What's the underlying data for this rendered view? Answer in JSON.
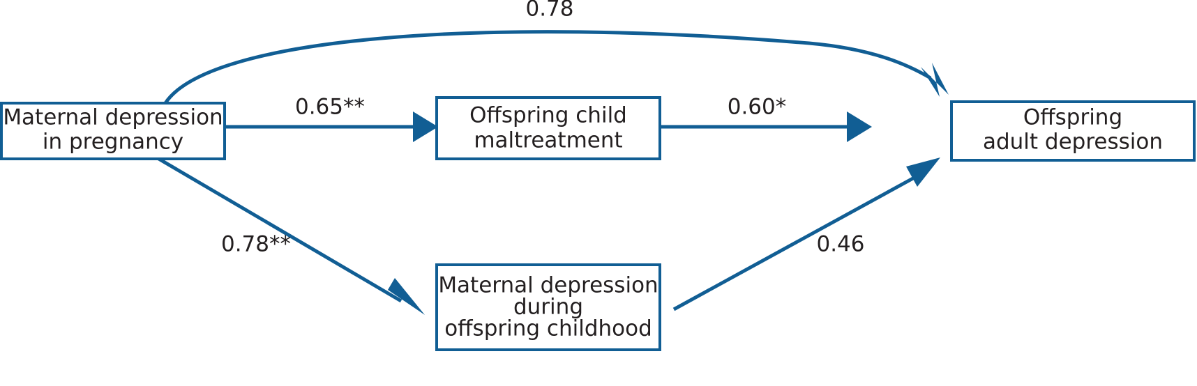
{
  "diagram": {
    "type": "path-diagram",
    "nodes": [
      {
        "id": "maternal-depression-pregnancy",
        "lines": [
          "Maternal depression",
          "in pregnancy"
        ],
        "line1": "Maternal depression",
        "line2": "in pregnancy",
        "line3": ""
      },
      {
        "id": "offspring-child-maltreatment",
        "lines": [
          "Offspring child",
          "maltreatment"
        ],
        "line1": "Offspring child",
        "line2": "maltreatment",
        "line3": ""
      },
      {
        "id": "offspring-adult-depression",
        "lines": [
          "Offspring",
          "adult depression"
        ],
        "line1": "Offspring",
        "line2": "adult depression",
        "line3": ""
      },
      {
        "id": "maternal-depression-childhood",
        "lines": [
          "Maternal depression",
          "during",
          "offspring childhood"
        ],
        "line1": "Maternal depression",
        "line2": "during",
        "line3": "offspring childhood"
      }
    ],
    "edges": [
      {
        "id": "pregnancy-to-adult-depression",
        "label": "0.78",
        "from": "maternal-depression-pregnancy",
        "to": "offspring-adult-depression",
        "style": "curved"
      },
      {
        "id": "pregnancy-to-maltreatment",
        "label": "0.65**",
        "from": "maternal-depression-pregnancy",
        "to": "offspring-child-maltreatment",
        "style": "straight"
      },
      {
        "id": "maltreatment-to-adult-depression",
        "label": "0.60*",
        "from": "offspring-child-maltreatment",
        "to": "offspring-adult-depression",
        "style": "straight"
      },
      {
        "id": "pregnancy-to-childhood-depression",
        "label": "0.78**",
        "from": "maternal-depression-pregnancy",
        "to": "maternal-depression-childhood",
        "style": "diagonal"
      },
      {
        "id": "childhood-depression-to-adult-depression",
        "label": "0.46",
        "from": "maternal-depression-childhood",
        "to": "offspring-adult-depression",
        "style": "diagonal"
      }
    ],
    "colors": {
      "line": "#115E94",
      "box_border": "#115E94",
      "box_fill": "#ffffff",
      "text": "#231f20",
      "background": "#ffffff"
    }
  }
}
